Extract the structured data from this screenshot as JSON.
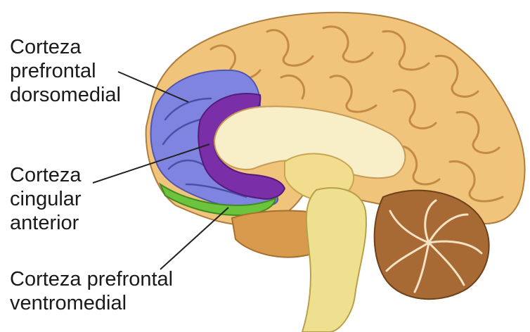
{
  "labels": {
    "dorsomedial": {
      "line1": "Corteza",
      "line2": "prefrontal",
      "line3": "dorsomedial"
    },
    "anterior_cingulate": {
      "line1": "Corteza",
      "line2": "cingular",
      "line3": "anterior"
    },
    "ventromedial": {
      "line1": "Corteza prefrontal",
      "line2": "ventromedial"
    }
  },
  "colors": {
    "cortex": "#f0c47a",
    "cortex_dark": "#c98f45",
    "dorsomedial_region": "#7f84e0",
    "anterior_cingulate_region": "#7a2fa8",
    "ventromedial_region": "#6cc43c",
    "brainstem": "#eee08e",
    "cerebellum": "#a86a35",
    "background": "#ffffff"
  }
}
